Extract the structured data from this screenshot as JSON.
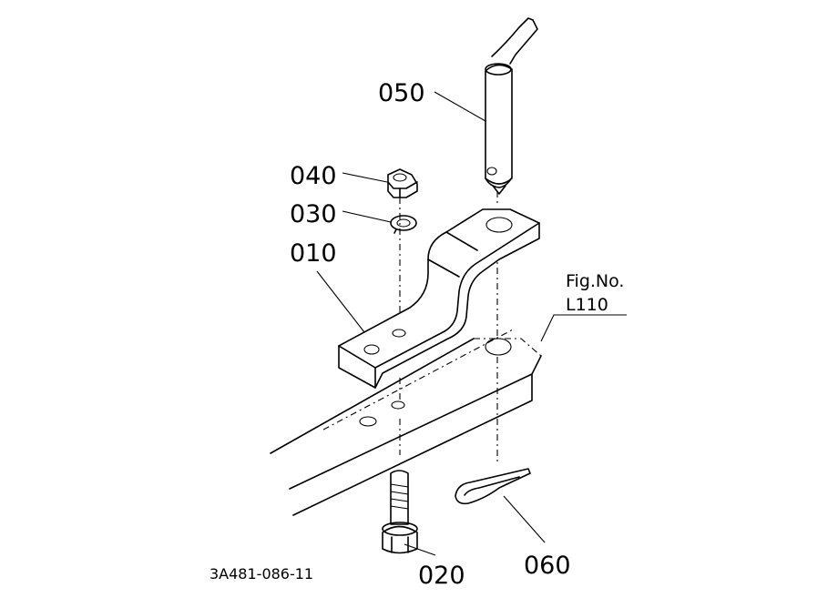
{
  "parts": [
    {
      "id": "p010",
      "label": "010",
      "depicts": "bracket"
    },
    {
      "id": "p020",
      "label": "020",
      "depicts": "bolt"
    },
    {
      "id": "p030",
      "label": "030",
      "depicts": "spring-washer"
    },
    {
      "id": "p040",
      "label": "040",
      "depicts": "nut"
    },
    {
      "id": "p050",
      "label": "050",
      "depicts": "pin"
    },
    {
      "id": "p060",
      "label": "060",
      "depicts": "clip-pin"
    }
  ],
  "figure_ref": {
    "line1": "Fig.No.",
    "line2": "L110"
  },
  "drawing_code": "3A481-086-11"
}
